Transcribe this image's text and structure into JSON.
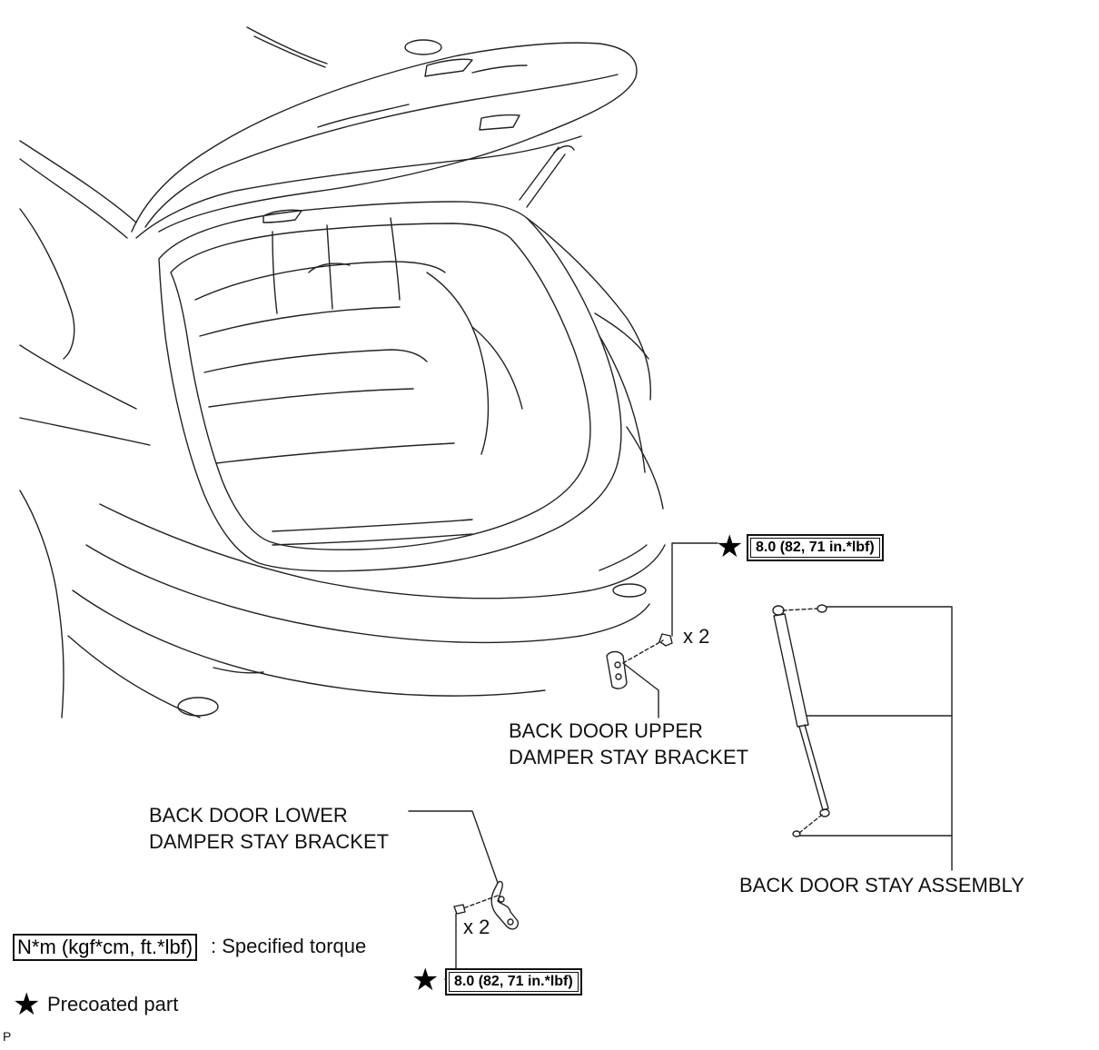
{
  "labels": {
    "upper_bracket": [
      "BACK DOOR UPPER",
      "DAMPER STAY BRACKET"
    ],
    "lower_bracket": [
      "BACK DOOR LOWER",
      "DAMPER STAY BRACKET"
    ],
    "stay_assembly": "BACK DOOR STAY ASSEMBLY",
    "qty_upper": "x 2",
    "qty_lower": "x 2"
  },
  "torque": {
    "upper": "8.0 (82, 71 in.*lbf)",
    "lower": "8.0 (82, 71 in.*lbf)"
  },
  "legend": {
    "torque_units": "N*m (kgf*cm, ft.*lbf)",
    "torque_desc": ": Specified torque",
    "star_desc": "Precoated part"
  },
  "icons": {
    "star": "★"
  },
  "corner_mark": "P"
}
